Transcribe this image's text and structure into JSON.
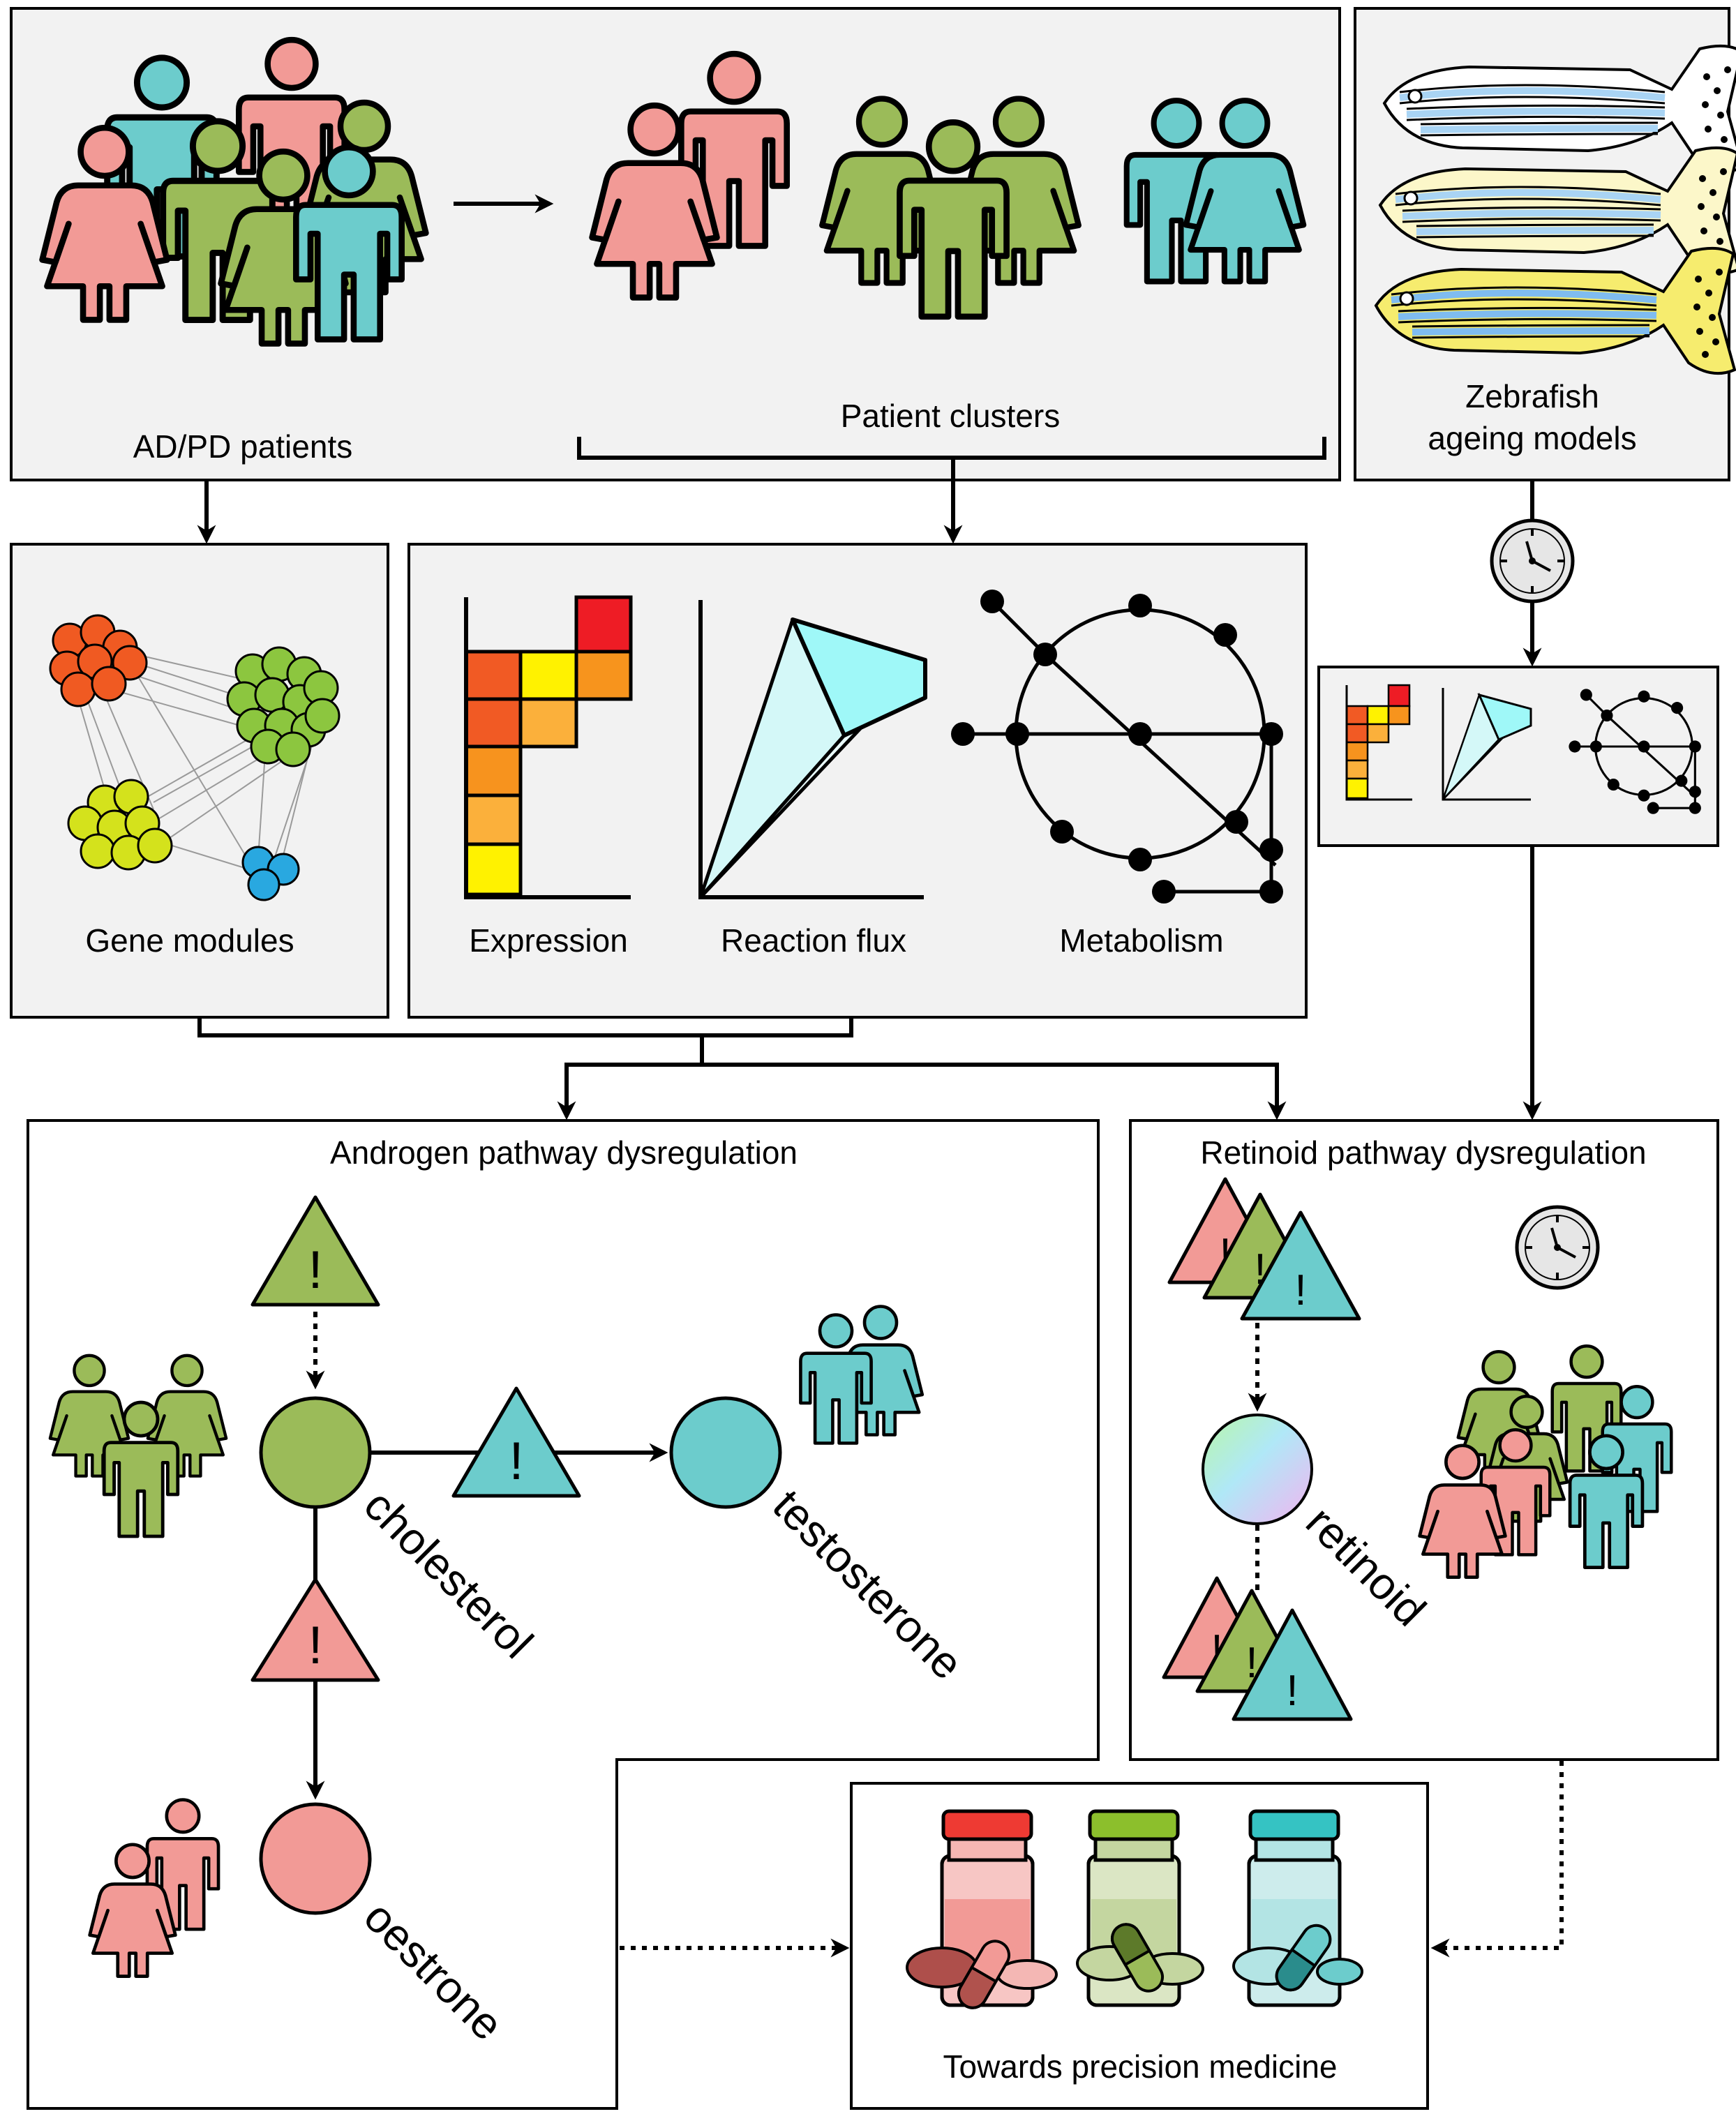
{
  "labels": {
    "patients": "AD/PD patients",
    "clusters": "Patient clusters",
    "zebrafish_line1": "Zebrafish",
    "zebrafish_line2": "ageing models",
    "gene_modules": "Gene modules",
    "expression": "Expression",
    "reaction_flux": "Reaction flux",
    "metabolism": "Metabolism",
    "androgen_title": "Androgen pathway dysregulation",
    "retinoid_title": "Retinoid pathway dysregulation",
    "cholesterol": "cholesterol",
    "testosterone": "testosterone",
    "oestrone": "oestrone",
    "retinoid": "retinoid",
    "precision": "Towards precision medicine",
    "warning_mark": "!"
  },
  "colors": {
    "pink": "#f29a96",
    "green": "#9bbb59",
    "teal": "#6ccccc",
    "panel_gray": "#f2f2f2",
    "module_orange": "#f05a22",
    "module_green": "#8cc63f",
    "module_yellow": "#d4e21c",
    "module_blue": "#29a8e0",
    "heat_red": "#ee1c25",
    "heat_orange": "#f7941d",
    "heat_yellow": "#fff200",
    "flux_cyan": "#9ff8f8",
    "fish_yellow": "#fbf19a",
    "fish_blue": "#a9d4f4"
  },
  "icons": [
    "person-icon",
    "clock-icon",
    "zebrafish-icon",
    "warning-icon",
    "pill-bottle-icon",
    "pill-icon",
    "network-icon",
    "heatmap-icon",
    "flux-cone-icon"
  ]
}
